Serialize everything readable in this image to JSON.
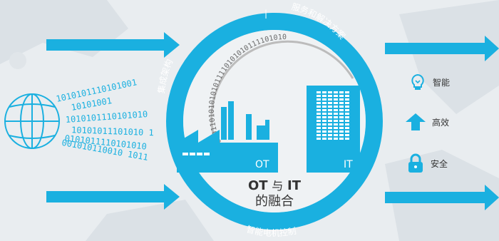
{
  "colors": {
    "accent": "#1ab0e0",
    "background": "#e9edf0",
    "map": "#dde3e8",
    "text": "#333333",
    "binary": "#1ab0e0"
  },
  "ring": {
    "top_left": "集成架构",
    "top_right": "服务和解决方案",
    "bottom": "智能电机控制",
    "top_separator": "|"
  },
  "center": {
    "title_left": "OT",
    "title_mid": "与",
    "title_right": "IT",
    "subtitle": "的融合",
    "ot_label": "OT",
    "it_label": "IT"
  },
  "binary": {
    "left_lines": [
      "1010101110101001",
      "10101001",
      "1010101110101010",
      "10101011101010 1",
      "0101011110101010",
      "001010110010 1011"
    ],
    "arc_text": "1010101101010101011110101010111101010"
  },
  "benefits": [
    {
      "icon": "bulb-icon",
      "label": "智能"
    },
    {
      "icon": "arrow-up-icon",
      "label": "高效"
    },
    {
      "icon": "lock-icon",
      "label": "安全"
    }
  ]
}
